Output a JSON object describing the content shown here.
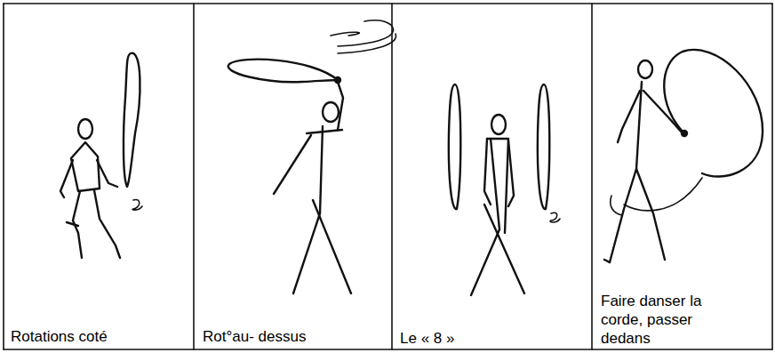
{
  "diagram": {
    "labels": [
      "Rotations coté",
      "Rot°au- dessus",
      "Le « 8 »",
      "Faire danser la corde, passer dedans"
    ]
  }
}
